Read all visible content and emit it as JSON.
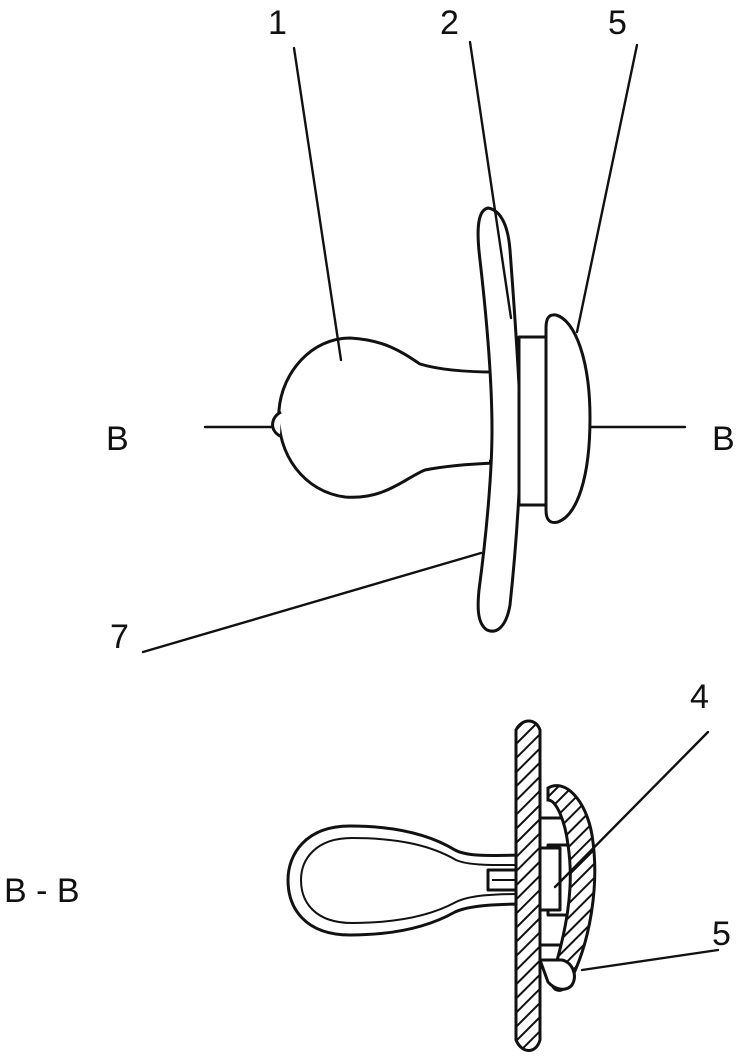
{
  "labels": {
    "part_1": "1",
    "part_2": "2",
    "part_5_top": "5",
    "part_7": "7",
    "part_4": "4",
    "part_5_section": "5",
    "section_left": "B",
    "section_right": "B",
    "section_title": "B - B"
  },
  "colors": {
    "ink": "#111111",
    "paper": "#ffffff"
  }
}
